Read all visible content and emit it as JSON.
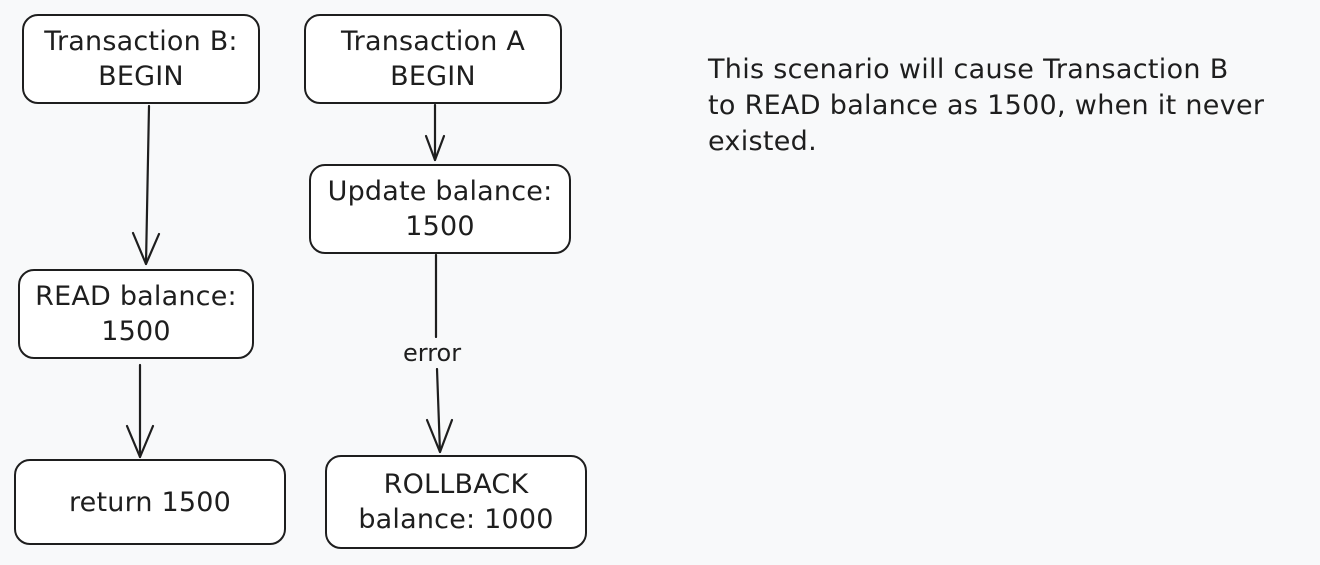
{
  "diagram": {
    "nodes": {
      "txn_b_begin": [
        "Transaction B:",
        "BEGIN"
      ],
      "read_balance": [
        "READ balance:",
        "1500"
      ],
      "return": [
        "return 1500"
      ],
      "txn_a_begin": [
        "Transaction A",
        "BEGIN"
      ],
      "update_balance": [
        "Update balance:",
        "1500"
      ],
      "rollback": [
        "ROLLBACK",
        "balance: 1000"
      ]
    },
    "edge_labels": {
      "update_to_rollback": "error"
    },
    "note": [
      "This scenario will cause Transaction B",
      "to READ balance as 1500, when it never",
      "existed."
    ]
  }
}
